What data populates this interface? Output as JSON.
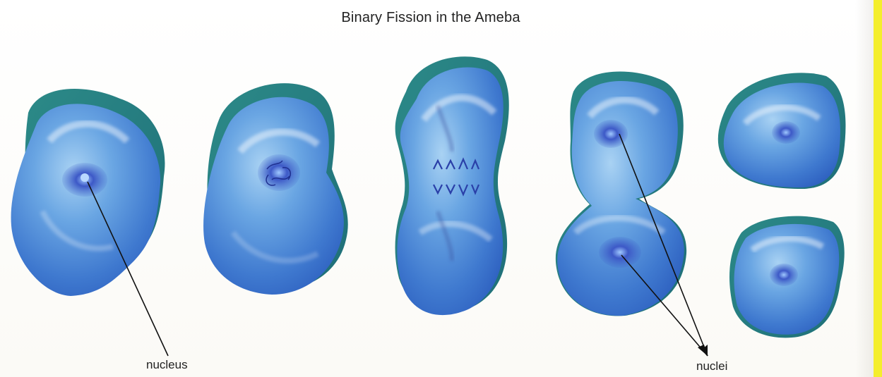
{
  "title": "Binary Fission in the Ameba",
  "labels": {
    "nucleus": "nucleus",
    "nuclei": "nuclei"
  },
  "stages": [
    {
      "stage": 1,
      "description": "ameba with single nucleus"
    },
    {
      "stage": 2,
      "description": "nucleus with condensing chromosomes"
    },
    {
      "stage": 3,
      "description": "elongated cell, chromosomes separating"
    },
    {
      "stage": 4,
      "description": "cell pinching into two with two nuclei"
    },
    {
      "stage": 5,
      "description": "two daughter cells"
    }
  ],
  "colors": {
    "cell_body": "#4f8fd6",
    "cell_shadow": "#2f7f86",
    "nucleus": "#2e48b0",
    "edge_strip": "#f4ee2c",
    "leader_line": "#111111",
    "text": "#222222"
  }
}
